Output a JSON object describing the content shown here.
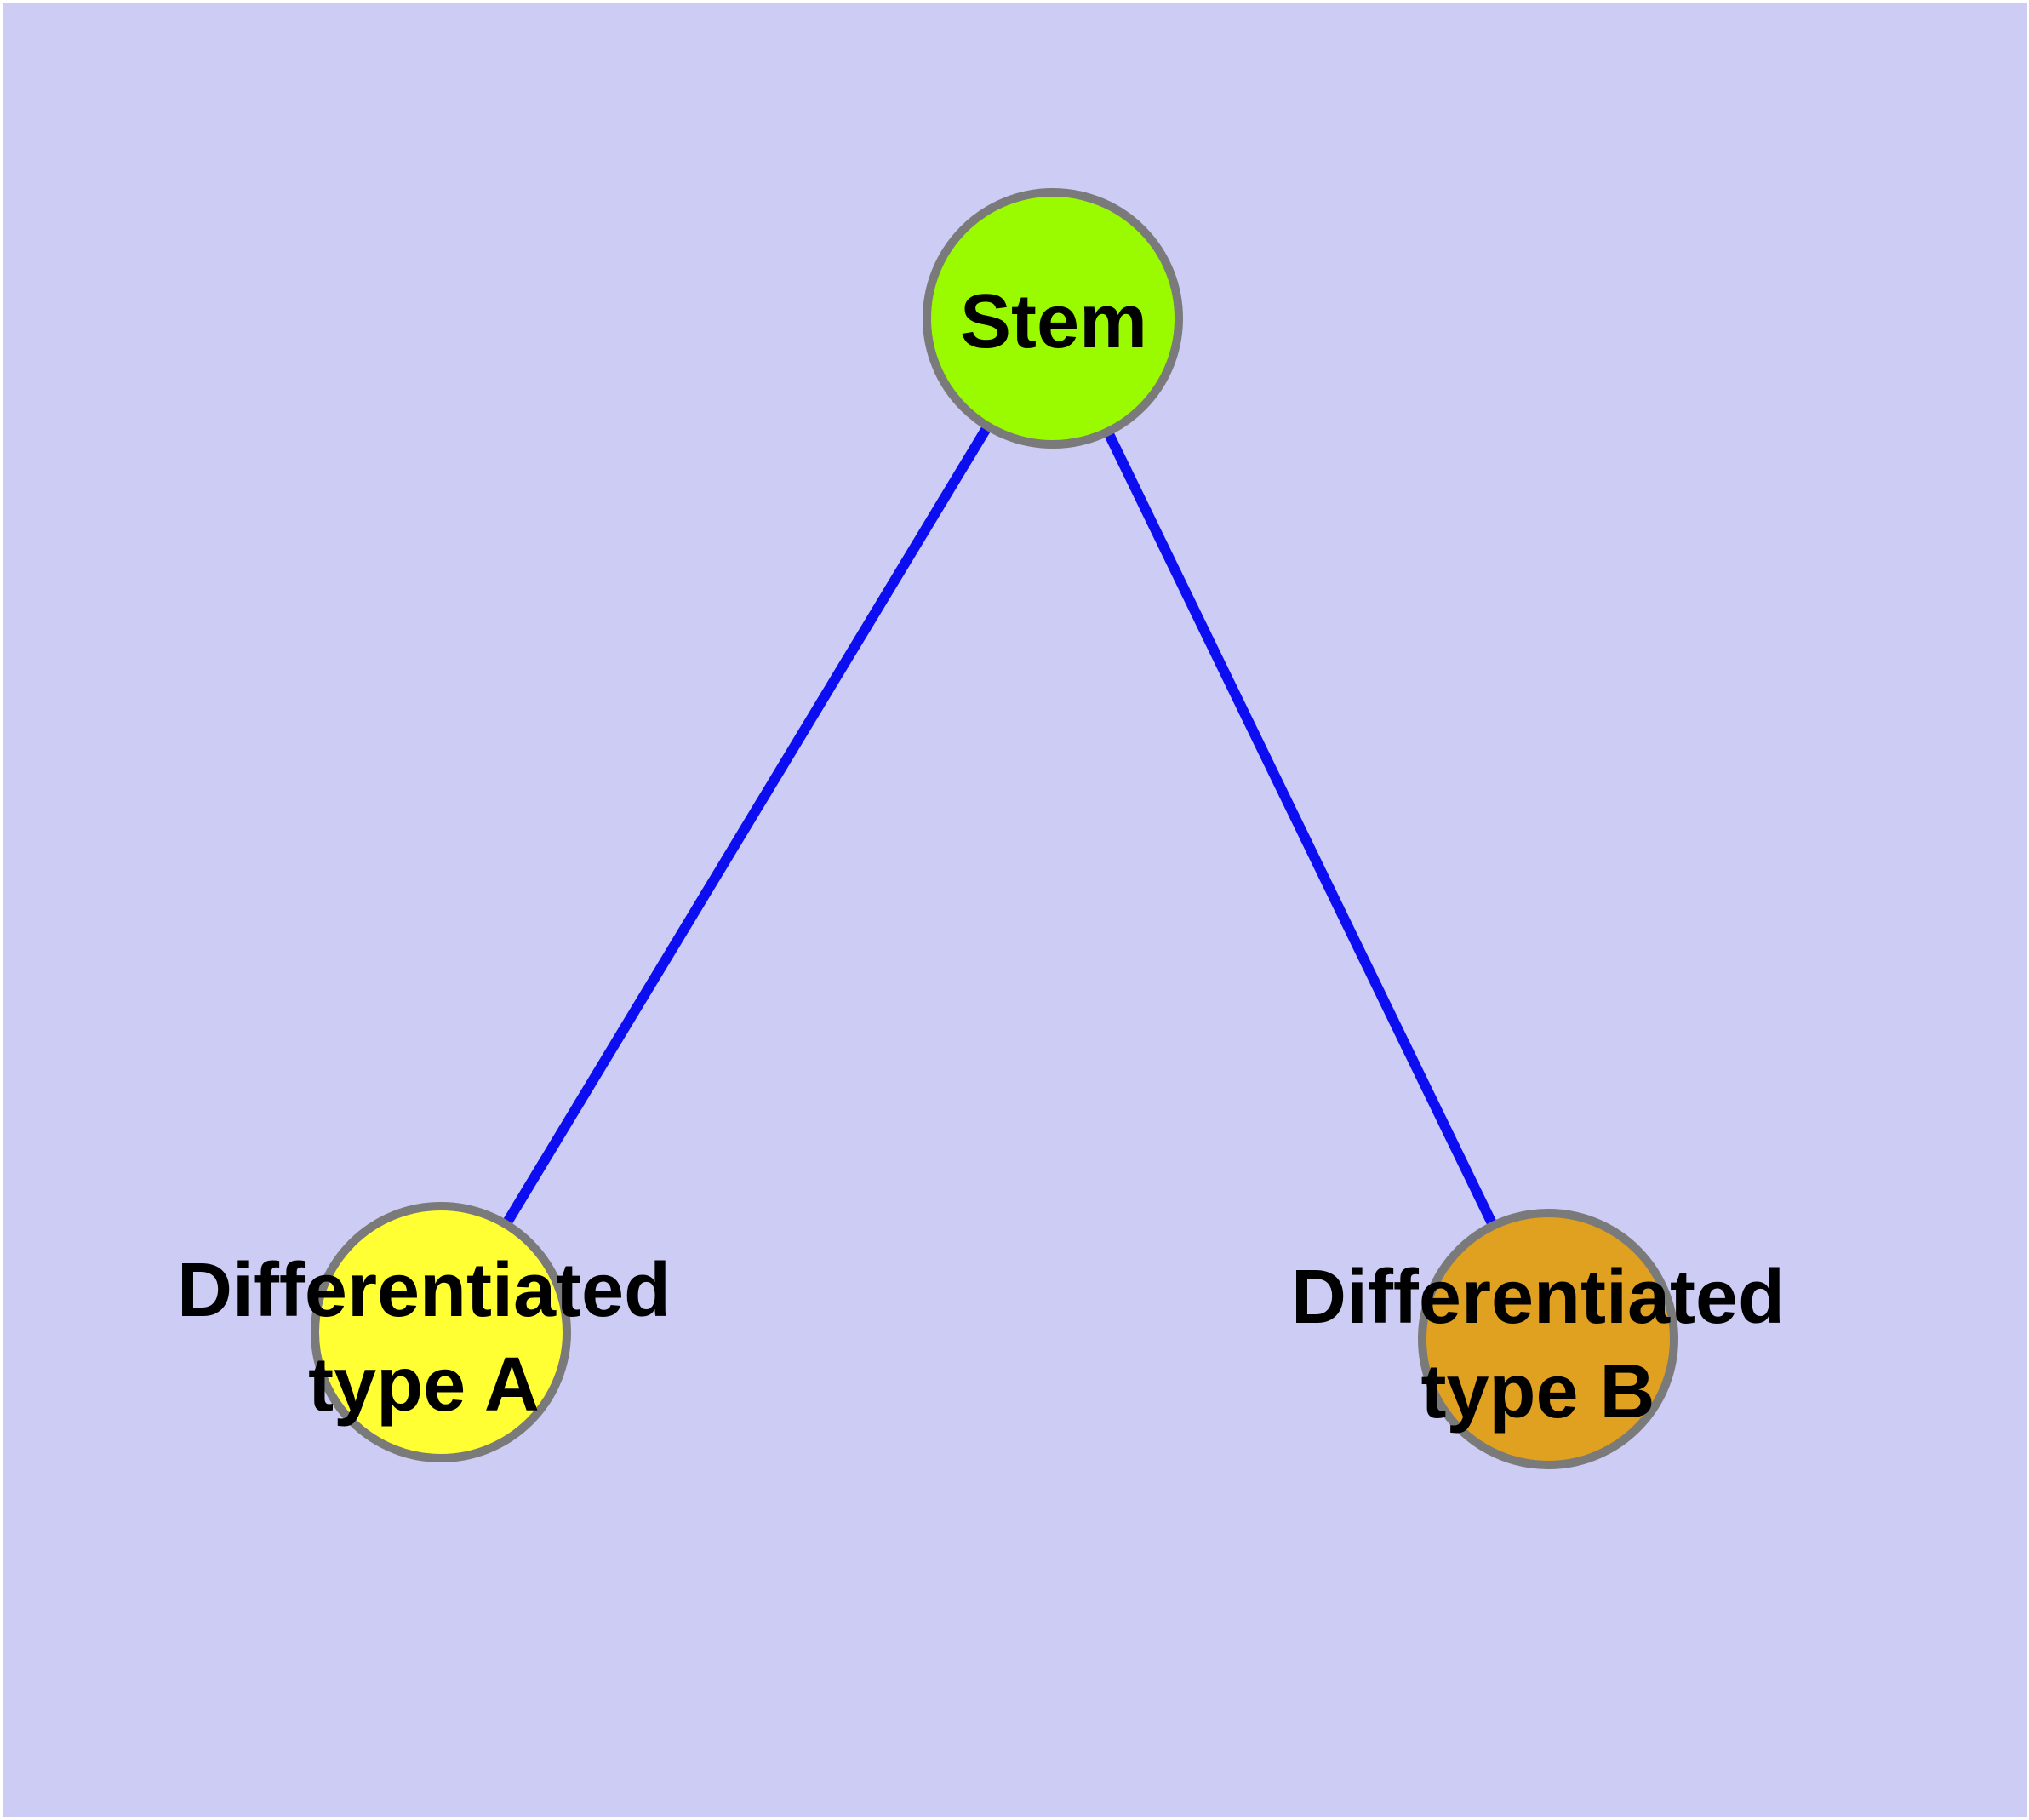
{
  "canvas": {
    "margin_color": "#FFFFFF",
    "background_color": "#CCCCF4"
  },
  "graph": {
    "type": "node-link-diagram",
    "edge_color": "#0D0DF2",
    "node_border_color": "#7A7A7A",
    "label_color": "#000000",
    "nodes": [
      {
        "id": "stem",
        "label": "Stem",
        "fill": "#9AFB00"
      },
      {
        "id": "differentiated-type-a",
        "label_line1": "Differentiated",
        "label_line2": "type A",
        "label": "Differentiated type A",
        "fill": "#FFFF33"
      },
      {
        "id": "differentiated-type-b",
        "label_line1": "Differentiated",
        "label_line2": "type B",
        "label": "Differentiated type B",
        "fill": "#E0A020"
      }
    ],
    "edges": [
      {
        "from": "Stem",
        "to": "Differentiated type A"
      },
      {
        "from": "Stem",
        "to": "Differentiated type B"
      }
    ]
  }
}
